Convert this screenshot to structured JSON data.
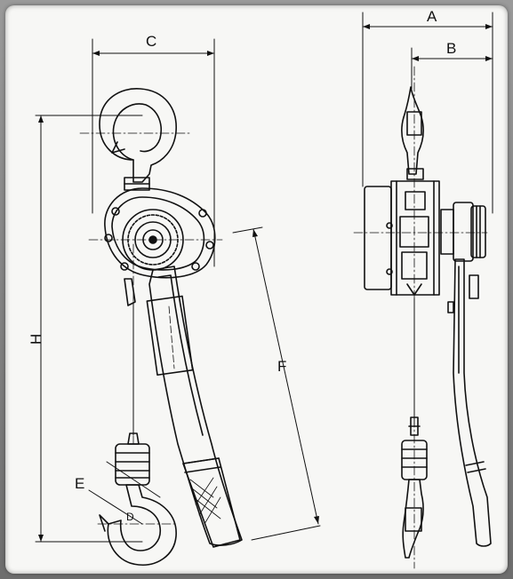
{
  "dimensions": {
    "A": "A",
    "B": "B",
    "C": "C",
    "E": "E",
    "F": "F",
    "H": "H"
  },
  "colors": {
    "background": "#f7f7f5",
    "line": "#111111",
    "frame": "#7a7a7a"
  }
}
